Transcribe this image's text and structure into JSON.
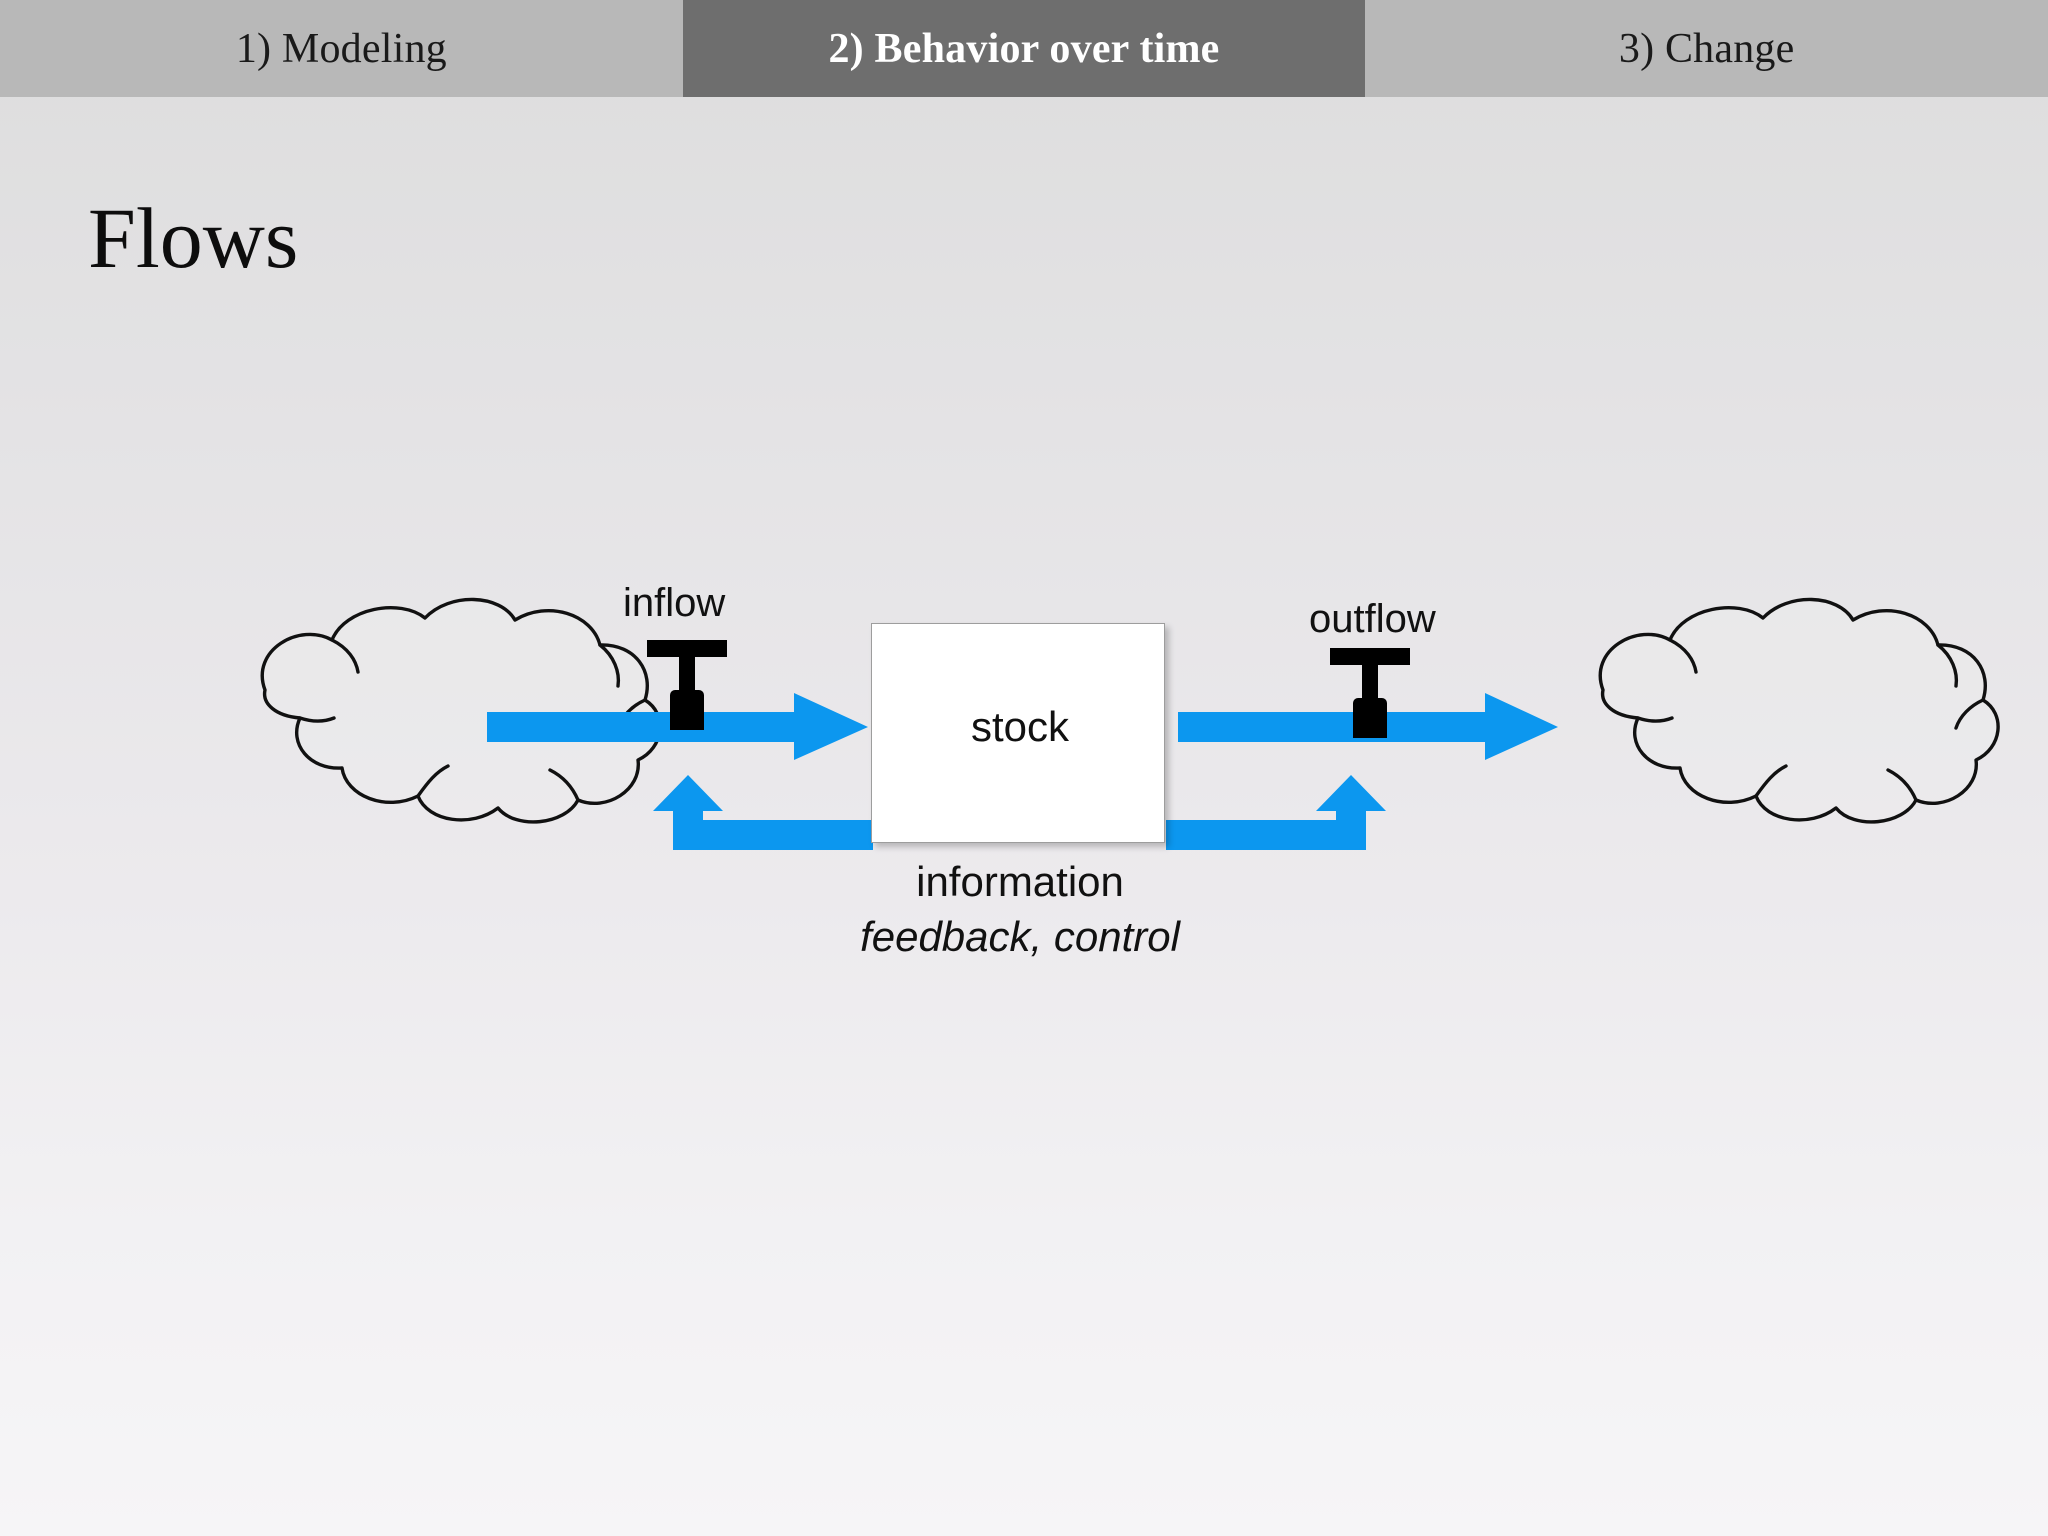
{
  "nav": {
    "tabs": [
      {
        "label": "1) Modeling",
        "state": "inactive"
      },
      {
        "label": "2) Behavior over time",
        "state": "active"
      },
      {
        "label": "3) Change",
        "state": "inactive"
      }
    ]
  },
  "slide": {
    "title": "Flows"
  },
  "diagram": {
    "type": "stock-and-flow",
    "accent_color": "#0c97ef",
    "outline_color": "#000000",
    "stock_fill": "#ffffff",
    "nodes": [
      {
        "name": "source-cloud",
        "kind": "cloud",
        "label": ""
      },
      {
        "name": "inflow-valve",
        "kind": "valve",
        "label": "inflow"
      },
      {
        "name": "stock",
        "kind": "box",
        "label": "stock"
      },
      {
        "name": "outflow-valve",
        "kind": "valve",
        "label": "outflow"
      },
      {
        "name": "sink-cloud",
        "kind": "cloud",
        "label": ""
      }
    ],
    "labels": {
      "inflow": "inflow",
      "stock": "stock",
      "outflow": "outflow",
      "information": "information",
      "feedback_control": "feedback, control"
    },
    "flows": [
      {
        "name": "inflow-arrow",
        "from": "source-cloud",
        "to": "stock",
        "kind": "material"
      },
      {
        "name": "outflow-arrow",
        "from": "stock",
        "to": "sink-cloud",
        "kind": "material"
      },
      {
        "name": "feedback-left",
        "from": "stock",
        "to": "inflow-valve",
        "kind": "information"
      },
      {
        "name": "feedback-right",
        "from": "stock",
        "to": "outflow-valve",
        "kind": "information"
      }
    ]
  }
}
